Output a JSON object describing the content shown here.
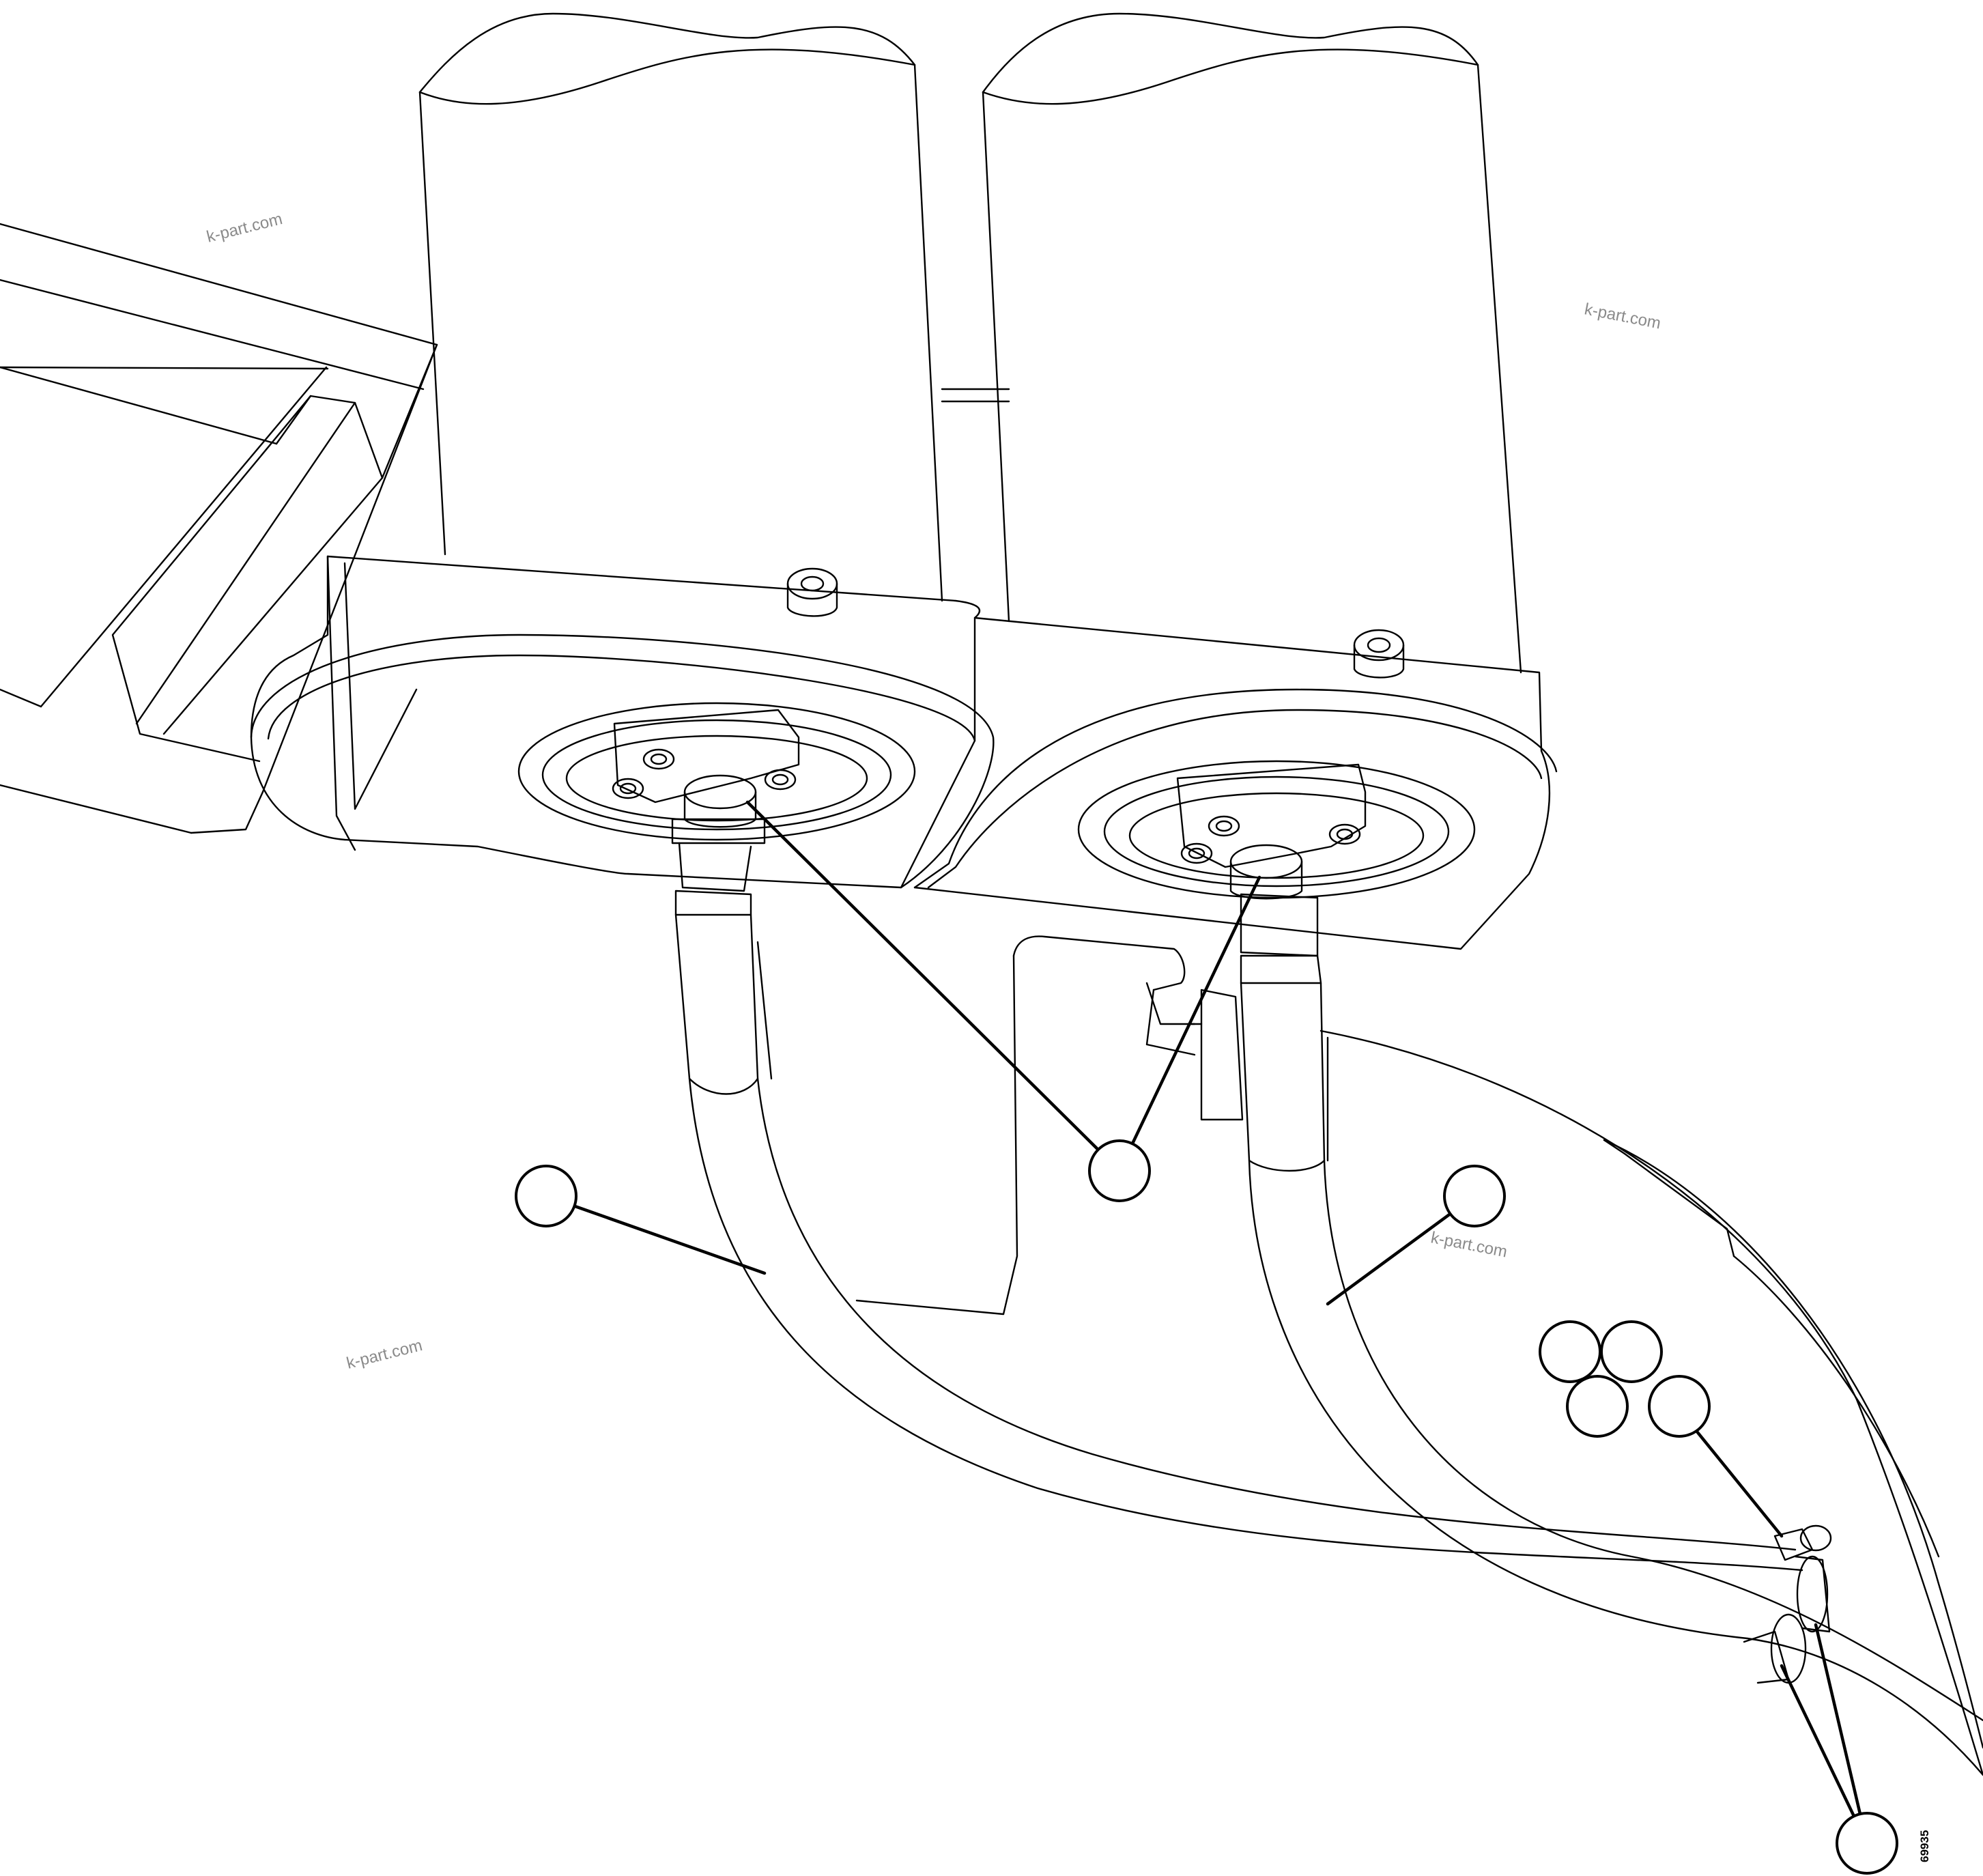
{
  "watermarks": [
    "k-part.com",
    "k-part.com",
    "k-part.com",
    "k-part.com"
  ],
  "figure_number": "69935",
  "callout_count": 8
}
